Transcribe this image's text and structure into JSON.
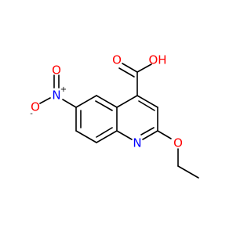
{
  "molecule": {
    "atoms": {
      "oh": "OH",
      "carbonyl_o": "O",
      "nitro_n": "N",
      "nitro_o_minus": "O",
      "nitro_o_double": "O",
      "ring_n": "N",
      "ether_o": "O"
    },
    "charges": {
      "nitro_n": "+",
      "nitro_o_minus": "-"
    },
    "colors": {
      "bond": "#000000",
      "oxygen": "#ff0000",
      "nitrogen": "#0000ff",
      "charge": "#000000"
    }
  }
}
